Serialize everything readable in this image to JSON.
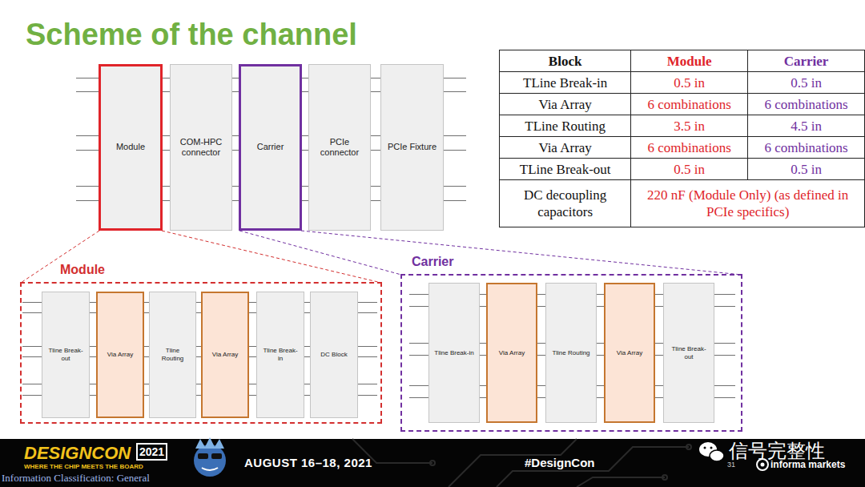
{
  "diagram": {
    "title": "Scheme of the channel",
    "nodes": [
      {
        "text": [
          "Module"
        ]
      },
      {
        "text": [
          "COM-HPC connector"
        ]
      },
      {
        "text": [
          "Carrier"
        ]
      },
      {
        "text": [
          "PCIe connector"
        ]
      },
      {
        "text": [
          "PCIe Fixture"
        ]
      },
      {
        "text": [
          "Module"
        ]
      },
      {
        "text": [
          "Tline Break-out"
        ],
        "in": 5
      },
      {
        "text": [
          "Via Array"
        ],
        "in": 5
      },
      {
        "text": [
          "Tline Routing"
        ],
        "in": 5
      },
      {
        "text": [
          "Via Array"
        ],
        "in": 5
      },
      {
        "text": [
          "Tline Break-in"
        ],
        "in": 5
      },
      {
        "text": [
          "DC Block"
        ],
        "in": 5
      },
      {
        "text": [
          "Carrier"
        ]
      },
      {
        "text": [
          "Tline Break-in"
        ],
        "in": 12
      },
      {
        "text": [
          "Via Array"
        ],
        "in": 12
      },
      {
        "text": [
          "Tline Routing"
        ],
        "in": 12
      },
      {
        "text": [
          "Via Array"
        ],
        "in": 12
      },
      {
        "text": [
          "Tline Break-out"
        ],
        "in": 12
      }
    ],
    "edges": [
      {
        "from": 0,
        "to": 1,
        "arrow": "none"
      },
      {
        "from": 1,
        "to": 2,
        "arrow": "none"
      },
      {
        "from": 2,
        "to": 3,
        "arrow": "none"
      },
      {
        "from": 3,
        "to": 4,
        "arrow": "none"
      },
      {
        "from": 0,
        "to": 5,
        "arrow": "none"
      },
      {
        "from": 2,
        "to": 12,
        "arrow": "none"
      },
      {
        "from": 6,
        "to": 7,
        "arrow": "none"
      },
      {
        "from": 7,
        "to": 8,
        "arrow": "none"
      },
      {
        "from": 8,
        "to": 9,
        "arrow": "none"
      },
      {
        "from": 9,
        "to": 10,
        "arrow": "none"
      },
      {
        "from": 10,
        "to": 11,
        "arrow": "none"
      },
      {
        "from": 13,
        "to": 14,
        "arrow": "none"
      },
      {
        "from": 14,
        "to": 15,
        "arrow": "none"
      },
      {
        "from": 15,
        "to": 16,
        "arrow": "none"
      },
      {
        "from": 16,
        "to": 17,
        "arrow": "none"
      }
    ],
    "labels": [
      "Block",
      "Module",
      "Carrier",
      "TLine Break-in",
      "0.5 in",
      "0.5 in",
      "Via Array",
      "6 combinations",
      "6 combinations",
      "TLine Routing",
      "3.5 in",
      "4.5 in",
      "Via Array",
      "6 combinations",
      "6 combinations",
      "TLine Break-out",
      "0.5 in",
      "0.5 in",
      "DC decoupling capacitors",
      "220 nF (Module Only) (as defined in PCIe specifics)",
      "DESIGNCON",
      "2021",
      "WHERE THE CHIP MEETS THE BOARD",
      "AUGUST 16–18, 2021",
      "#DesignCon",
      "信号完整性",
      "31",
      "informa markets",
      "Information Classification: General"
    ]
  }
}
